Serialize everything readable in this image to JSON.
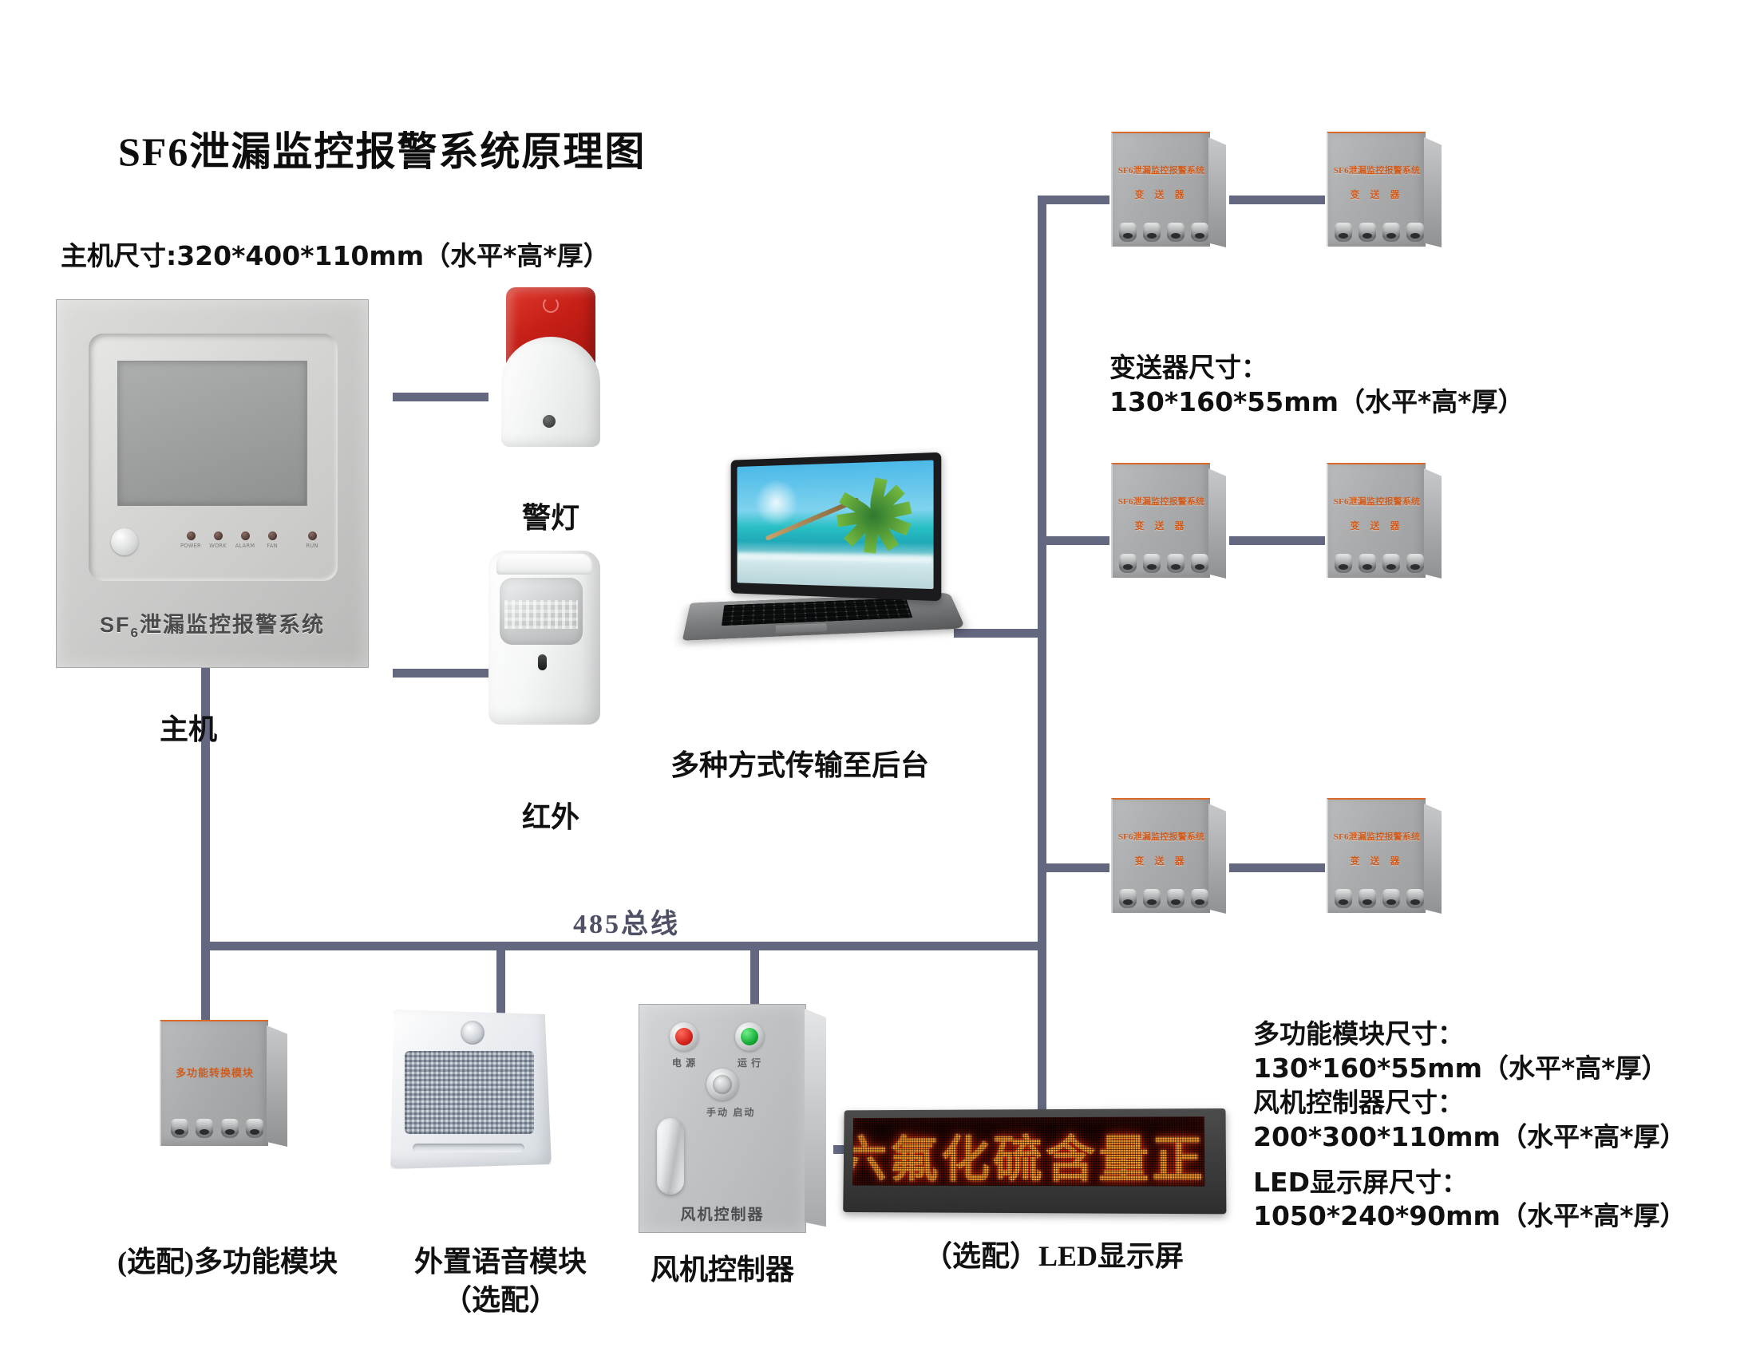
{
  "title": "SF6泄漏监控报警系统原理图",
  "dimensions": {
    "host": "主机尺寸:320*400*110mm（水平*高*厚）",
    "transmitter_line1": "变送器尺寸：",
    "transmitter_line2": "130*160*55mm（水平*高*厚）",
    "multifunction_line1": "多功能模块尺寸：",
    "multifunction_line2": "130*160*55mm（水平*高*厚）",
    "fan_controller_line1": "风机控制器尺寸：",
    "fan_controller_line2": "200*300*110mm（水平*高*厚）",
    "led_line1": "LED显示屏尺寸：",
    "led_line2": "1050*240*90mm（水平*高*厚）"
  },
  "host": {
    "brand_prefix": "SF",
    "brand_sub": "6",
    "brand_suffix": "泄漏监控报警系统",
    "caption": "主机",
    "leds": [
      {
        "label": "POWER"
      },
      {
        "label": "WORK"
      },
      {
        "label": "ALARM"
      },
      {
        "label": "FAN"
      },
      {
        "label": "RUN"
      }
    ]
  },
  "devices": {
    "strobe_caption": "警灯",
    "infrared_caption": "红外",
    "laptop_caption": "多种方式传输至后台",
    "bus_label": "485总线",
    "multifunction_caption": "(选配)多功能模块",
    "multifunction_face_text": "多功能转换模块",
    "voice_caption_line1": "外置语音模块",
    "voice_caption_line2": "（选配）",
    "fan_caption": "风机控制器",
    "fan_face_brand": "风机控制器",
    "fan_power_label": "电 源",
    "fan_run_label": "运 行",
    "fan_manual_label": "手动 启动",
    "led_caption": "（选配）LED显示屏",
    "led_screen_text": "六氟化硫含量正"
  },
  "transmitter": {
    "face_line1": "SF6泄漏监控报警系统",
    "face_line2": "变 送 器",
    "boxes": [
      {
        "row": 1,
        "col": 1
      },
      {
        "row": 1,
        "col": 2
      },
      {
        "row": 2,
        "col": 1
      },
      {
        "row": 2,
        "col": 2
      },
      {
        "row": 3,
        "col": 1
      },
      {
        "row": 3,
        "col": 2
      }
    ]
  },
  "colors": {
    "wire": "#636780",
    "accent_orange": "#cf5c1d",
    "led_red": "#ff3b10",
    "lamp_red": "#d0201a",
    "lamp_green": "#12a832"
  }
}
